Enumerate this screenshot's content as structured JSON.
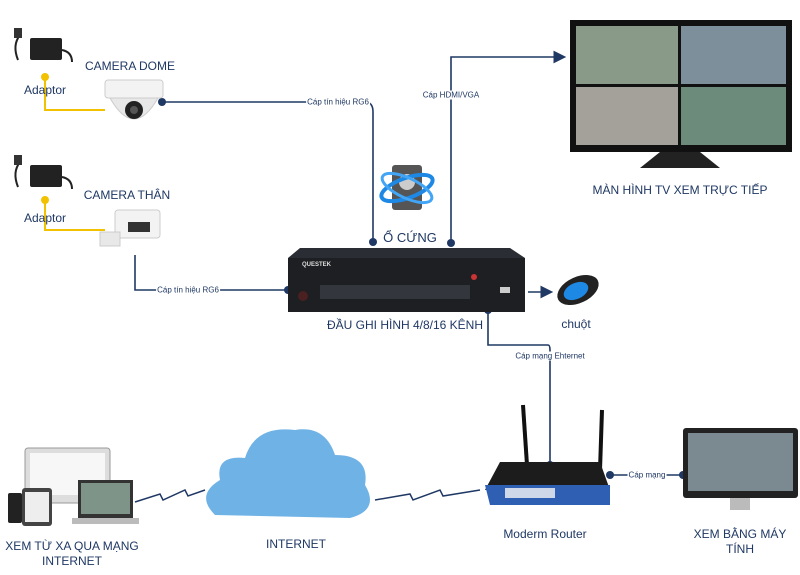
{
  "labels": {
    "adaptor_1": "Adaptor",
    "adaptor_2": "Adaptor",
    "camera_dome": "CAMERA DOME",
    "camera_bullet": "CAMERA THÂN",
    "hdd": "Ổ CỨNG",
    "dvr": "ĐẦU GHI HÌNH 4/8/16 KÊNH",
    "dvr_brand": "QUESTEK",
    "mouse": "chuột",
    "tv": "MÀN HÌNH TV XEM TRỰC TIẾP",
    "router": "Moderm Router",
    "pc_line1": "XEM BẰNG MÁY",
    "pc_line2": "TÍNH",
    "internet": "INTERNET",
    "remote_line1": "XEM TỪ XA QUA MẠNG",
    "remote_line2": "INTERNET"
  },
  "cables": {
    "dome": "Cáp tín hiệu RG6",
    "bullet": "Cáp tín hiệu RG6",
    "hdmi": "Cáp HDMI/VGA",
    "ethernet": "Cáp mạng Ehternet",
    "lan": "Cáp mạng"
  },
  "colors": {
    "cable": "#1f3864",
    "power": "#f2c200",
    "cloud": "#6fb2e6",
    "router": "#2f5fb3"
  }
}
